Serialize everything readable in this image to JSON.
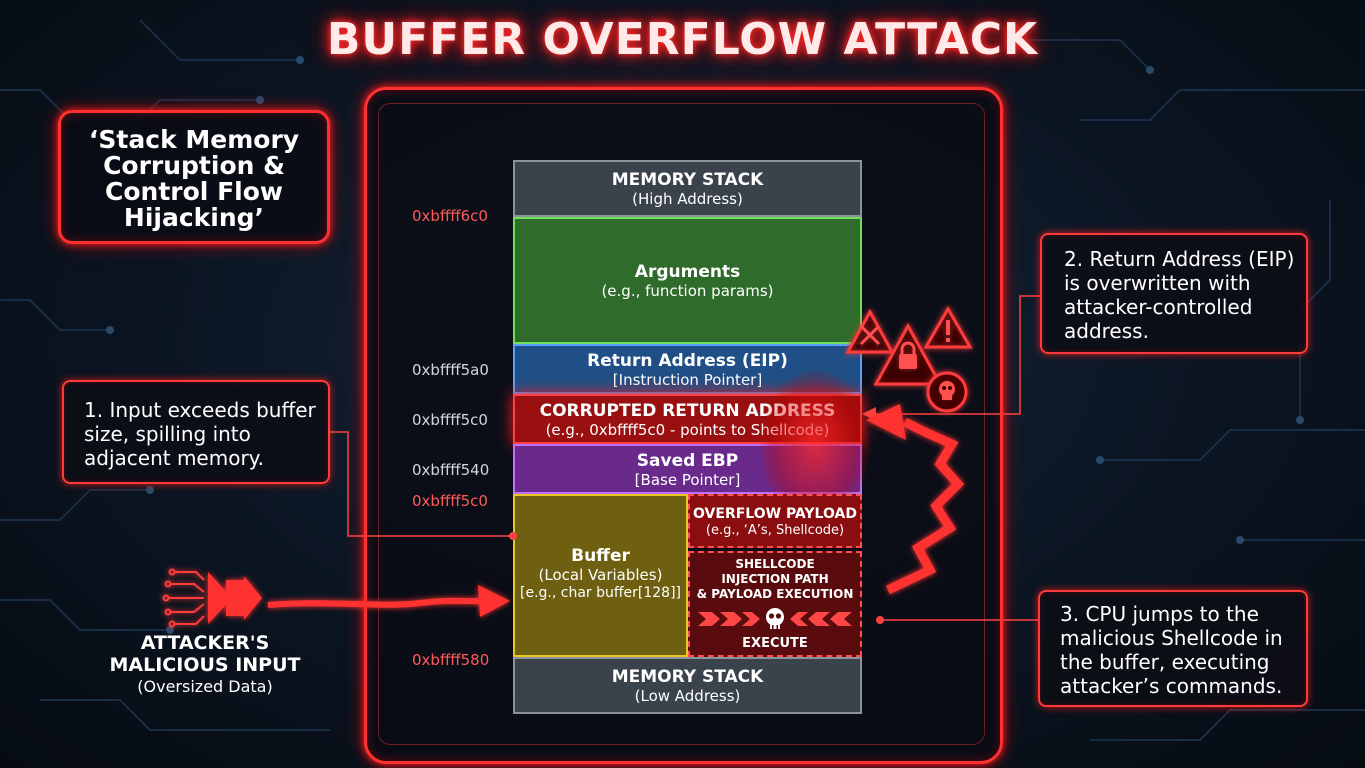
{
  "title": "BUFFER OVERFLOW ATTACK",
  "subtitle": "‘Stack Memory\nCorruption &\nControl Flow\nHijacking’",
  "notes": {
    "input_exceeds": "1. Input exceeds buffer\nsize, spilling into\nadjacent memory.",
    "return_overwritten": "2. Return Address (EIP)\nis overwritten with\nattacker-controlled\naddress.",
    "cpu_jumps": "3. CPU jumps to the\nmalicious Shellcode in\nthe buffer, executing\nattacker’s commands."
  },
  "attacker": {
    "title_line1": "ATTACKER'S",
    "title_line2": "MALICIOUS INPUT",
    "subtitle": "(Oversized Data)"
  },
  "stack": {
    "high": {
      "title": "MEMORY STACK",
      "sub": "(High Address)"
    },
    "arguments": {
      "title": "Arguments",
      "sub": "(e.g., function params)"
    },
    "return_address": {
      "title": "Return Address (EIP)",
      "sub": "[Instruction Pointer]"
    },
    "corrupted": {
      "title": "CORRUPTED RETURN ADDRESS",
      "sub": "(e.g., 0xbffff5c0 - points to Shellcode)"
    },
    "saved_ebp": {
      "title": "Saved EBP",
      "sub": "[Base Pointer]"
    },
    "buffer": {
      "title": "Buffer",
      "sub1": "(Local Variables)",
      "sub2": "[e.g., char buffer[128]]"
    },
    "payload": {
      "title": "OVERFLOW PAYLOAD",
      "sub": "(e.g., ‘A’s, Shellcode)"
    },
    "shellcode": {
      "line1": "SHELLCODE",
      "line2": "INJECTION PATH",
      "line3": "& PAYLOAD EXECUTION",
      "execute": "EXECUTE"
    },
    "low": {
      "title": "MEMORY STACK",
      "sub": "(Low Address)"
    }
  },
  "addresses": [
    "0xbffff6c0",
    "0xbffff5a0",
    "0xbffff5c0",
    "0xbffff540",
    "0xbffff5c0",
    "0xbffff580"
  ],
  "colors": {
    "neon_red": "#ff3030",
    "arguments": "#2f6b2a",
    "return_address": "#1f4f86",
    "saved_ebp": "#6a2a8c",
    "buffer": "#6f5f10",
    "corrupted": "#9a0f10"
  },
  "icons": [
    "tools-warning-icon",
    "lock-warning-icon",
    "warning-icon",
    "skull-icon",
    "chip-icon"
  ]
}
